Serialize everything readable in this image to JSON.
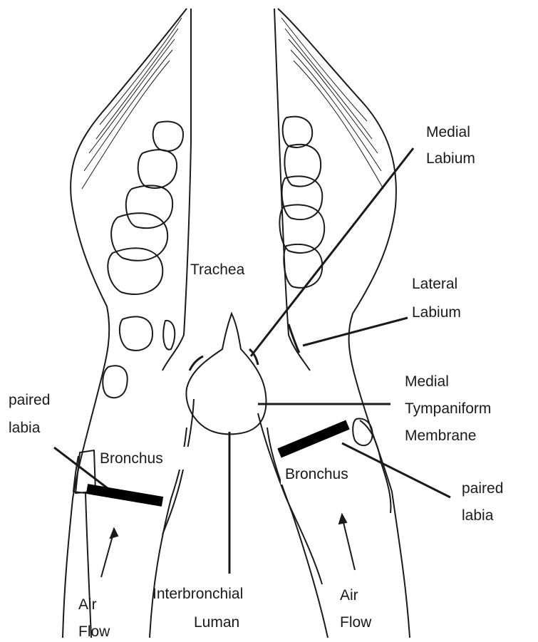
{
  "diagram": {
    "labels": {
      "trachea": "Trachea",
      "medial_labium_1": "Medial",
      "medial_labium_2": "Labium",
      "lateral_labium_1": "Lateral",
      "lateral_labium_2": "Labium",
      "mtm_1": "Medial",
      "mtm_2": "Tympaniform",
      "mtm_3": "Membrane",
      "paired_labia_left_1": "paired",
      "paired_labia_left_2": "labia",
      "paired_labia_right_1": "paired",
      "paired_labia_right_2": "labia",
      "bronchus_left": "Bronchus",
      "bronchus_right": "Bronchus",
      "interbronchial_1": "Interbronchial",
      "interbronchial_2": "Luman",
      "air_flow_left_1": "Air",
      "air_flow_left_2": "Flow",
      "air_flow_right_1": "Air",
      "air_flow_right_2": "Flow"
    },
    "colors": {
      "ink": "#1a1a1a",
      "background": "#ffffff"
    }
  }
}
